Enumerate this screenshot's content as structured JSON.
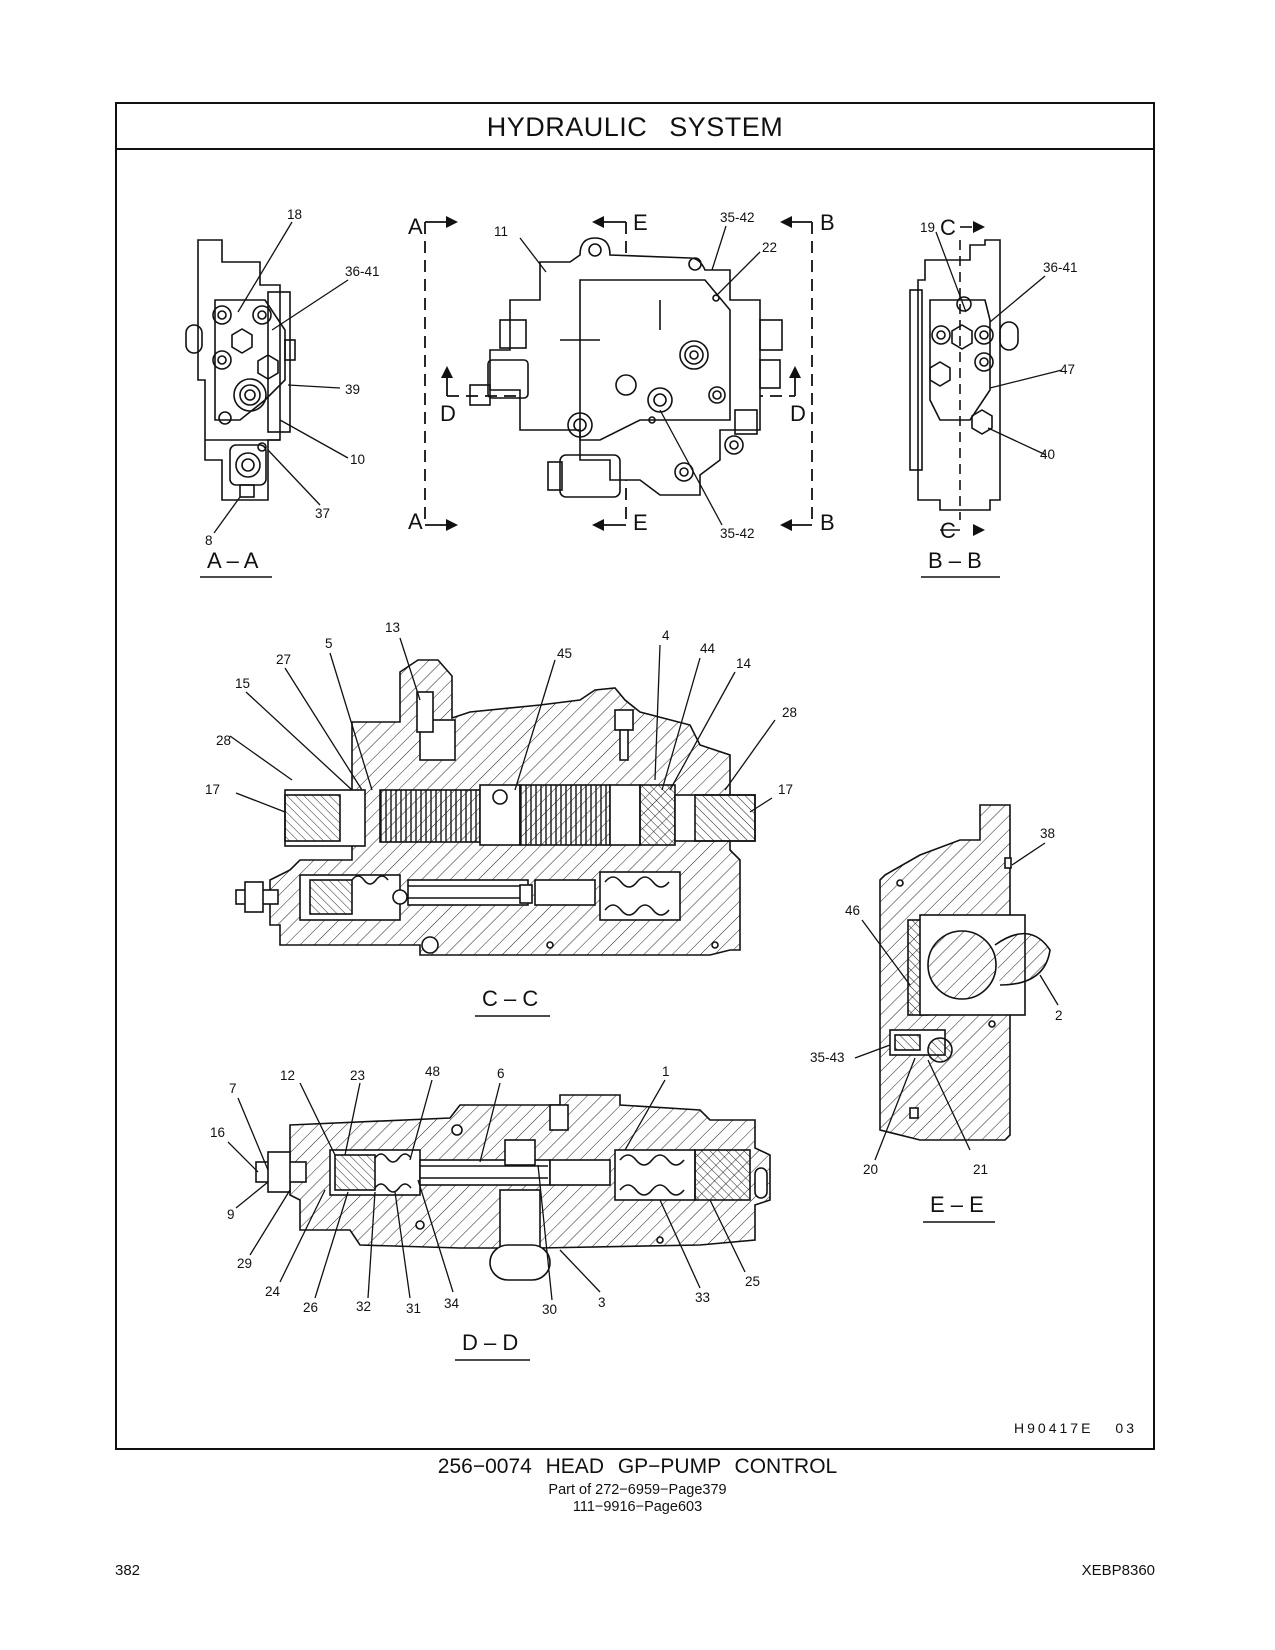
{
  "header": {
    "title": "HYDRAULIC   SYSTEM"
  },
  "views": {
    "aa": {
      "label": "A – A",
      "callouts": {
        "c18": "18",
        "c3641": "36-41",
        "c39": "39",
        "c10": "10",
        "c37": "37",
        "c8": "8"
      }
    },
    "main": {
      "callouts": {
        "c11": "11",
        "c3542a": "35-42",
        "c22": "22",
        "c3542b": "35-42"
      },
      "sections": {
        "a1": "A",
        "a2": "A",
        "b1": "B",
        "b2": "B",
        "e1": "E",
        "e2": "E",
        "d1": "D",
        "d2": "D"
      }
    },
    "bb": {
      "label": "B – B",
      "callouts": {
        "c19": "19",
        "c3641": "36-41",
        "c47": "47",
        "c40": "40"
      },
      "sections": {
        "c1": "C",
        "c2": "C"
      }
    },
    "cc": {
      "label": "C – C",
      "callouts": {
        "c13": "13",
        "c5": "5",
        "c27": "27",
        "c15": "15",
        "c28a": "28",
        "c17a": "17",
        "c45": "45",
        "c4": "4",
        "c44": "44",
        "c14": "14",
        "c28b": "28",
        "c17b": "17"
      }
    },
    "ee": {
      "label": "E – E",
      "callouts": {
        "c38": "38",
        "c46": "46",
        "c2": "2",
        "c3543": "35-43",
        "c20": "20",
        "c21": "21"
      }
    },
    "dd": {
      "label": "D – D",
      "callouts": {
        "c12": "12",
        "c23": "23",
        "c48": "48",
        "c6": "6",
        "c1": "1",
        "c7": "7",
        "c16": "16",
        "c9": "9",
        "c29": "29",
        "c24": "24",
        "c26": "26",
        "c32": "32",
        "c31": "31",
        "c34": "34",
        "c30": "30",
        "c3": "3",
        "c33": "33",
        "c25": "25"
      }
    }
  },
  "figure": {
    "ref_code": "H90417E",
    "ref_rev": "03"
  },
  "caption": {
    "main": "256−0074  HEAD  GP−PUMP  CONTROL",
    "sub1": "Part of 272−6959−Page379",
    "sub2": "111−9916−Page603"
  },
  "footer": {
    "page_number": "382",
    "doc_code": "XEBP8360"
  }
}
